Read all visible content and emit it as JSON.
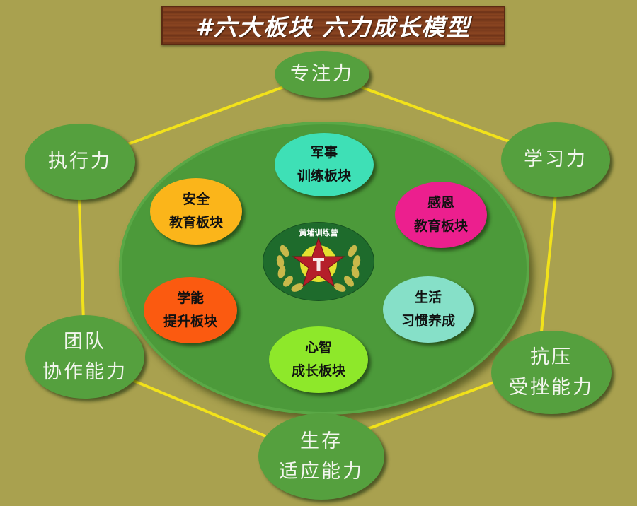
{
  "title": "#六大板块  六力成长模型",
  "colors": {
    "background": "#a9a14f",
    "outer_circle": "#55a03e",
    "big_ellipse": "#4c9a3a",
    "connector": "#f2e21a",
    "plank": "#7a3a1c"
  },
  "outer_abilities": [
    {
      "id": "focus",
      "lines": [
        "专注力"
      ]
    },
    {
      "id": "learning",
      "lines": [
        "学习力"
      ]
    },
    {
      "id": "resilience",
      "lines": [
        "抗压",
        "受挫能力"
      ]
    },
    {
      "id": "survival",
      "lines": [
        "生存",
        "适应能力"
      ]
    },
    {
      "id": "teamwork",
      "lines": [
        "团队",
        "协作能力"
      ]
    },
    {
      "id": "execution",
      "lines": [
        "执行力"
      ]
    }
  ],
  "inner_modules": [
    {
      "id": "military",
      "lines": [
        "军事",
        "训练板块"
      ],
      "color": "#3ee0b6"
    },
    {
      "id": "gratitude",
      "lines": [
        "感恩",
        "教育板块"
      ],
      "color": "#ec1f8e"
    },
    {
      "id": "habits",
      "lines": [
        "生活",
        "习惯养成"
      ],
      "color": "#86e0c8"
    },
    {
      "id": "mind",
      "lines": [
        "心智",
        "成长板块"
      ],
      "color": "#8ee82a"
    },
    {
      "id": "academic",
      "lines": [
        "学能",
        "提升板块"
      ],
      "color": "#fb5a10"
    },
    {
      "id": "safety",
      "lines": [
        "安全",
        "教育板块"
      ],
      "color": "#fbb51a"
    }
  ],
  "center_emblem": {
    "label": "黄埔训练营",
    "icon": "star-wreath-emblem"
  }
}
